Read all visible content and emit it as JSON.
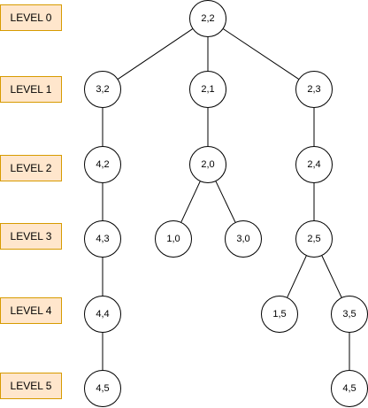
{
  "levels": [
    "LEVEL 0",
    "LEVEL 1",
    "LEVEL 2",
    "LEVEL 3",
    "LEVEL 4",
    "LEVEL 5"
  ],
  "colors": {
    "level_fill": "#ffe6cc",
    "level_border": "#d79b00",
    "node_border": "#000000"
  },
  "nodes": {
    "n22": "2,2",
    "n32": "3,2",
    "n21": "2,1",
    "n23": "2,3",
    "n42": "4,2",
    "n20": "2,0",
    "n24": "2,4",
    "n43": "4,3",
    "n10": "1,0",
    "n30": "3,0",
    "n25": "2,5",
    "n44": "4,4",
    "n15": "1,5",
    "n35": "3,5",
    "n45": "4,5",
    "n45b": "4,5"
  },
  "edges": [
    [
      "n22",
      "n32"
    ],
    [
      "n22",
      "n21"
    ],
    [
      "n22",
      "n23"
    ],
    [
      "n32",
      "n42"
    ],
    [
      "n21",
      "n20"
    ],
    [
      "n23",
      "n24"
    ],
    [
      "n42",
      "n43"
    ],
    [
      "n20",
      "n10"
    ],
    [
      "n20",
      "n30"
    ],
    [
      "n24",
      "n25"
    ],
    [
      "n43",
      "n44"
    ],
    [
      "n25",
      "n15"
    ],
    [
      "n25",
      "n35"
    ],
    [
      "n44",
      "n45"
    ],
    [
      "n35",
      "n45b"
    ]
  ]
}
